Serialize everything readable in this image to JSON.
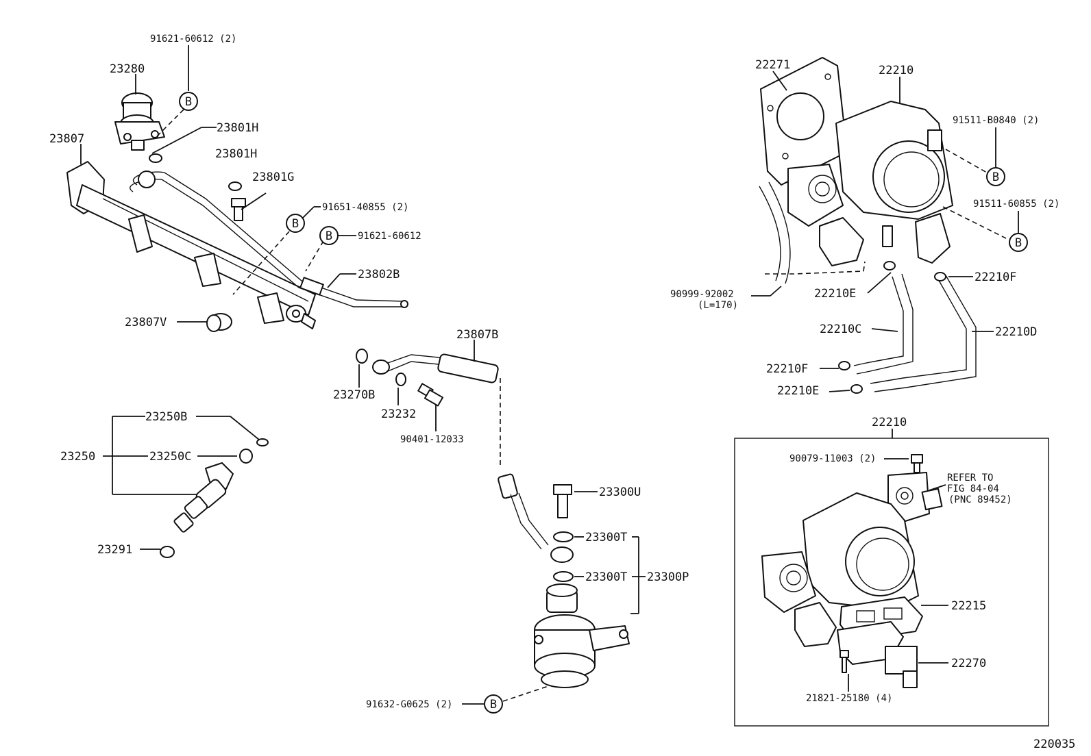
{
  "callouts": {
    "p_91621_60612_2": "91621-60612 (2)",
    "p_23280": "23280",
    "p_23807": "23807",
    "p_23801h_a": "23801H",
    "p_23801h_b": "23801H",
    "p_23801g": "23801G",
    "p_91651_40855": "91651-40855 (2)",
    "p_91621_60612": "91621-60612",
    "p_23802b": "23802B",
    "p_23807v": "23807V",
    "p_23807b": "23807B",
    "p_23270b": "23270B",
    "p_23232": "23232",
    "p_90401_12033": "90401-12033",
    "p_23250b": "23250B",
    "p_23250": "23250",
    "p_23250c": "23250C",
    "p_23291": "23291",
    "p_23300u": "23300U",
    "p_23300t_a": "23300T",
    "p_23300t_b": "23300T",
    "p_23300p": "23300P",
    "p_91632_g0625": "91632-G0625 (2)",
    "p_22271": "22271",
    "p_22210_top": "22210",
    "p_91511_b0840": "91511-B0840 (2)",
    "p_91511_60855": "91511-60855 (2)",
    "p_90999_92002": "90999-92002",
    "p_l170": "(L=170)",
    "p_22210e_a": "22210E",
    "p_22210f_a": "22210F",
    "p_22210c": "22210C",
    "p_22210d": "22210D",
    "p_22210f_b": "22210F",
    "p_22210e_b": "22210E",
    "p_22210_box": "22210",
    "p_90079_11003": "90079-11003 (2)",
    "p_refer_1": "REFER TO",
    "p_refer_2": "FIG 84-04",
    "p_refer_3": "(PNC 89452)",
    "p_22215": "22215",
    "p_22270": "22270",
    "p_21821_25180": "21821-25180 (4)",
    "p_fig_no": "220035"
  },
  "markers": {
    "b": "B"
  }
}
